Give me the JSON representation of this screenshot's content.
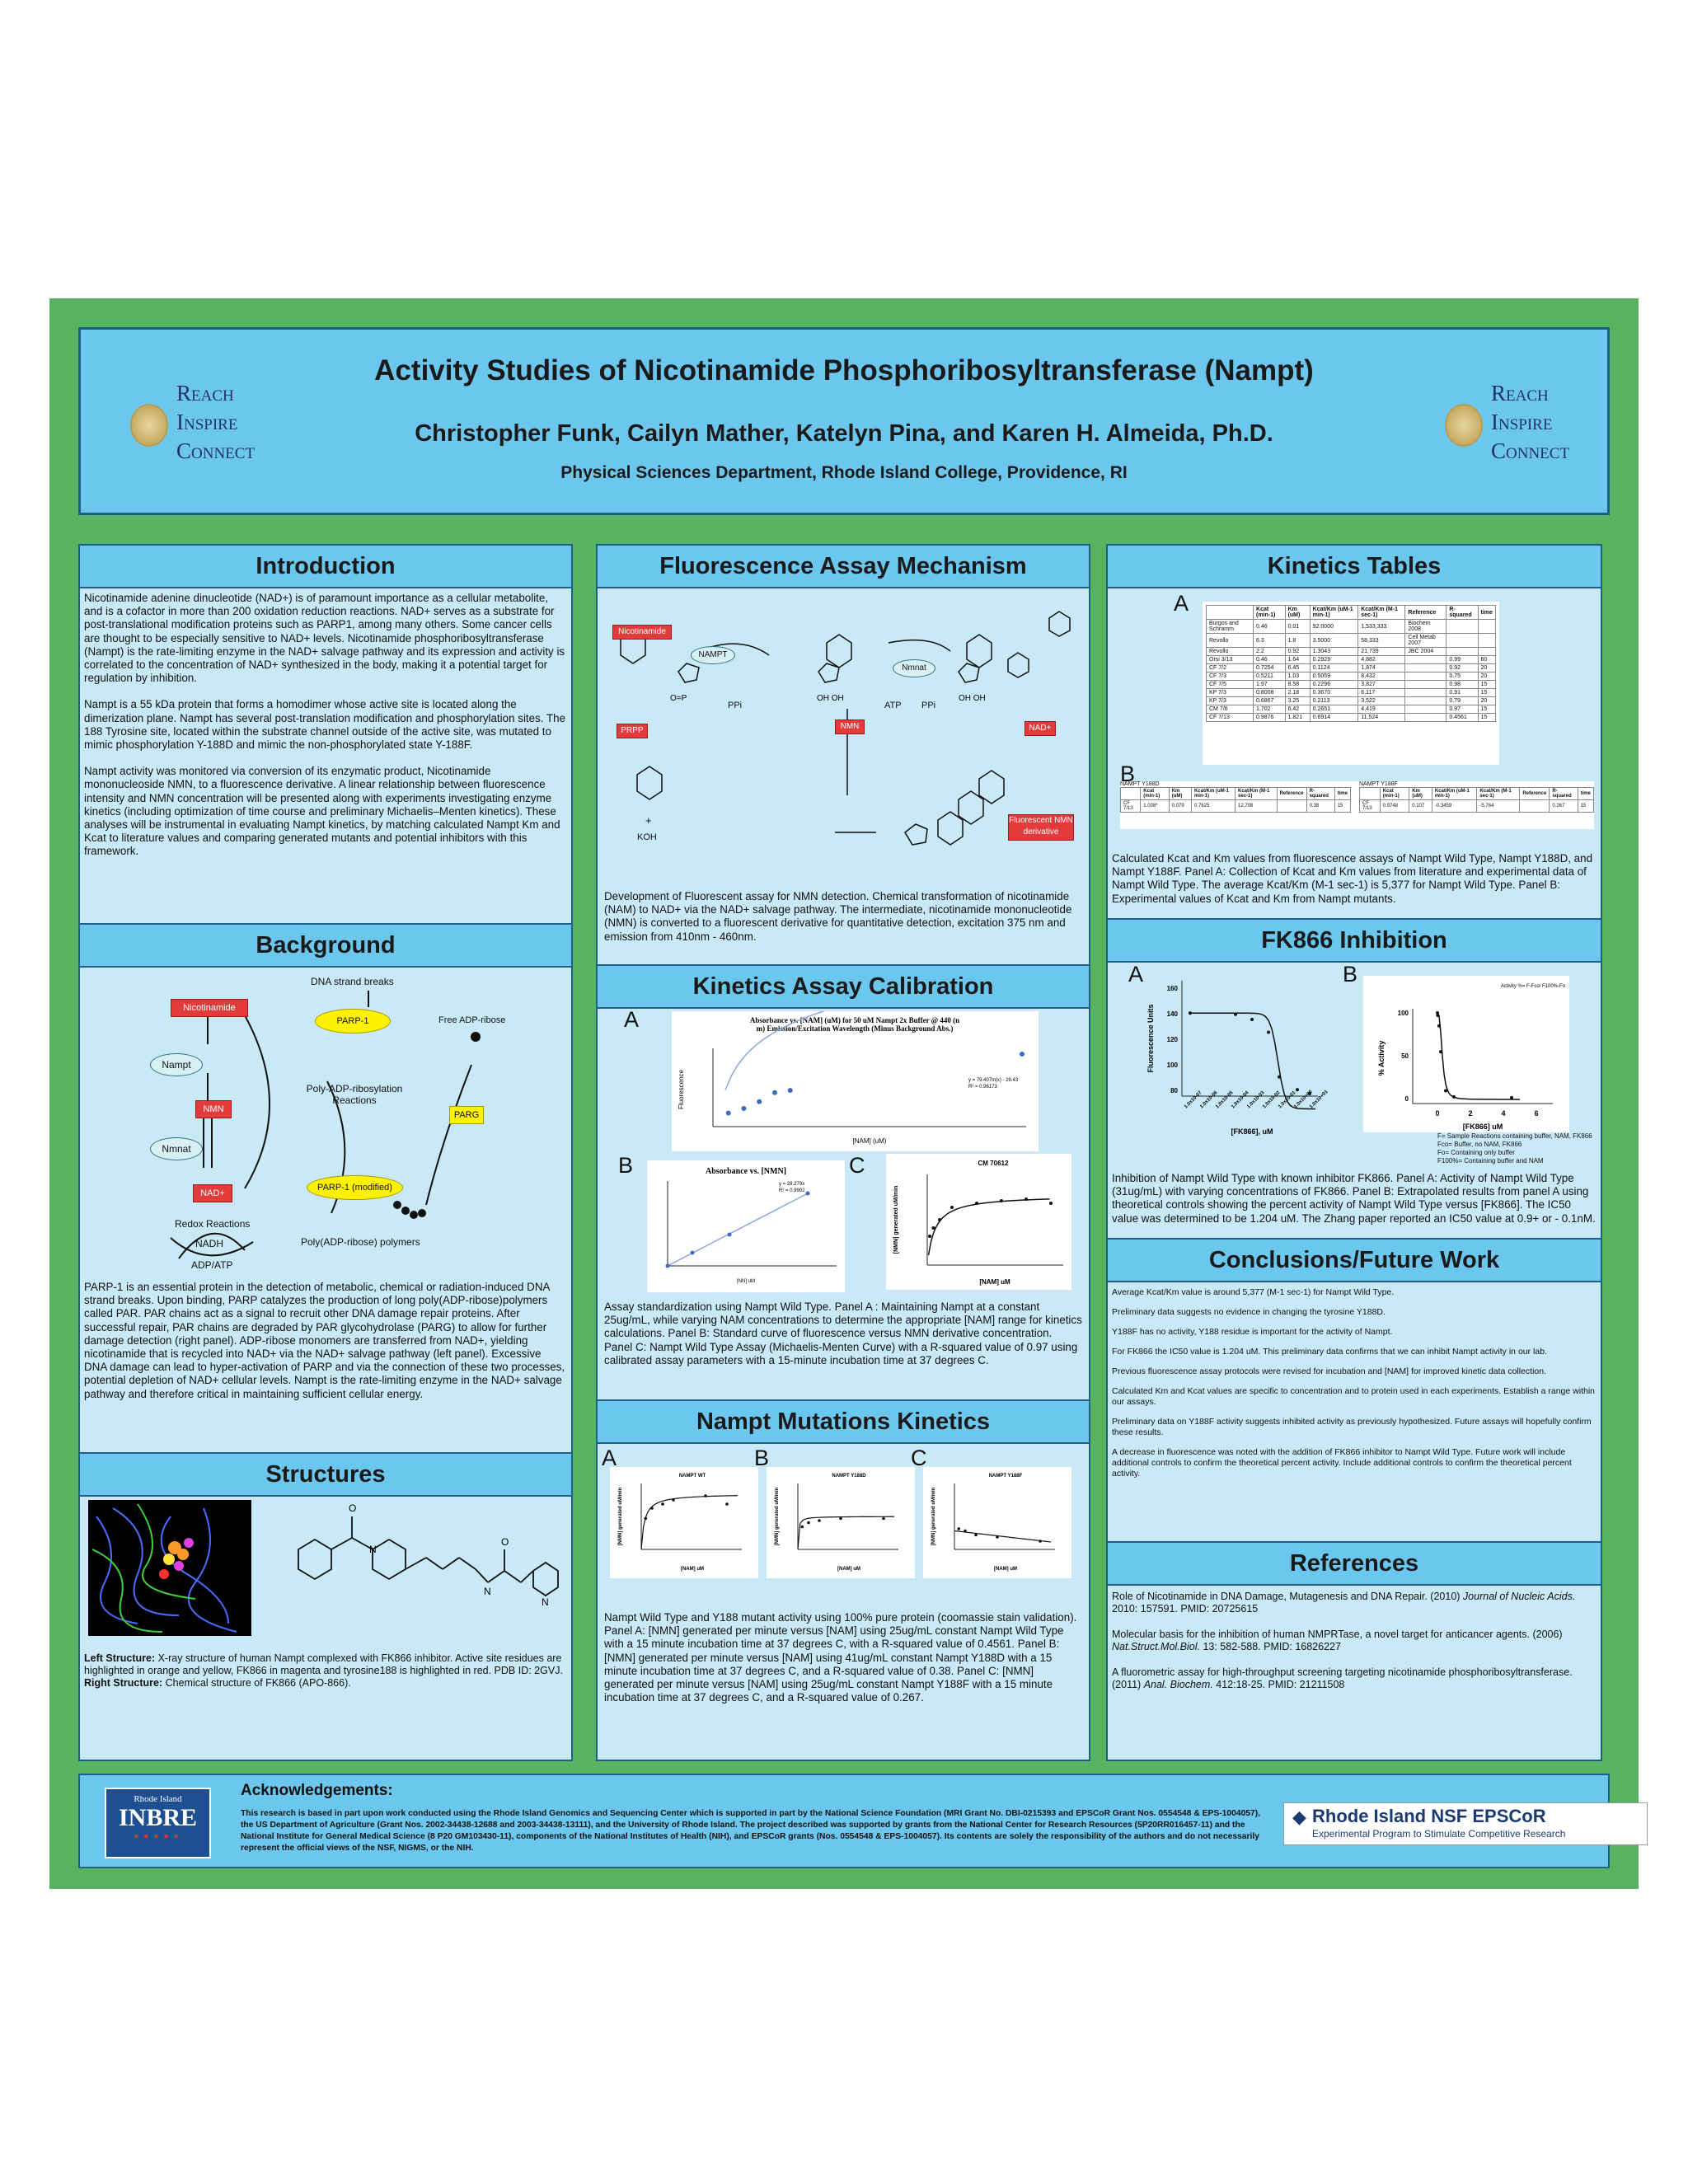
{
  "header": {
    "title": "Activity Studies of Nicotinamide Phosphoribosyltransferase  (Nampt)",
    "authors": "Christopher Funk, Cailyn Mather, Katelyn Pina, and Karen H. Almeida, Ph.D.",
    "affiliation": "Physical Sciences Department, Rhode Island College, Providence, RI",
    "logo_words": [
      "Reach",
      "Inspire",
      "Connect"
    ]
  },
  "introduction": {
    "title": "Introduction",
    "p1": "Nicotinamide adenine dinucleotide (NAD+) is of paramount importance as a cellular metabolite, and is a cofactor in more than 200 oxidation reduction reactions. NAD+ serves as a substrate for post-translational modification proteins such as PARP1, among many others. Some cancer cells are thought to be especially sensitive to NAD+ levels. Nicotinamide phosphoribosyltransferase (Nampt) is the rate-limiting enzyme in the NAD+ salvage pathway and its expression and activity is correlated to the concentration of NAD+ synthesized in the body, making it a potential target for regulation by inhibition.",
    "p2": "Nampt is a 55 kDa protein that forms a homodimer whose active site is located along the dimerization plane. Nampt has several post-translation modification and phosphorylation sites. The 188 Tyrosine site, located within the substrate channel outside of the active site, was mutated to mimic phosphorylation Y-188D and mimic the non-phosphorylated state Y-188F.",
    "p3": "Nampt activity was monitored via conversion of its enzymatic product, Nicotinamide mononucleoside NMN, to a fluorescence derivative. A linear relationship between fluorescence intensity and NMN concentration will be presented along with experiments investigating enzyme kinetics (including optimization of time course and preliminary Michaelis–Menten kinetics). These analyses will be instrumental in evaluating Nampt kinetics, by matching calculated Nampt Km and Kcat to literature values and comparing generated mutants and potential inhibitors with this framework."
  },
  "background": {
    "title": "Background",
    "diagram": {
      "nicotinamide": "Nicotinamide",
      "nampt": "Nampt",
      "nmn": "NMN",
      "nmnat": "Nmnat",
      "nad": "NAD+",
      "redox": "Redox Reactions",
      "nadh": "NADH",
      "adp_atp": "ADP/ATP",
      "dna_breaks": "DNA strand breaks",
      "parp1": "PARP-1",
      "free_adp": "Free ADP-ribose",
      "poly_rx": "Poly-ADP-ribosylation Reactions",
      "parg": "PARG",
      "parp1_mod": "PARP-1 (modified)",
      "polymers": "Poly(ADP-ribose) polymers"
    },
    "text": "PARP-1 is an essential protein in the detection of metabolic, chemical or radiation-induced DNA strand breaks.  Upon binding, PARP catalyzes the production of long poly(ADP-ribose)polymers called PAR.  PAR chains act as a signal to recruit other DNA damage repair proteins. After successful repair, PAR chains are degraded by PAR glycohydrolase (PARG) to allow for further damage detection (right panel).  ADP-ribose monomers are transferred from NAD+, yielding nicotinamide that is recycled into NAD+ via the NAD+ salvage pathway (left panel). Excessive DNA damage can lead to hyper-activation of PARP and via the connection of these two processes, potential depletion of NAD+ cellular levels. Nampt is the rate-limiting enzyme in the NAD+ salvage pathway and therefore critical in maintaining sufficient cellular energy."
  },
  "structures": {
    "title": "Structures",
    "caption_left_label": "Left Structure:",
    "caption_left": " X-ray structure of human Nampt complexed with FK866 inhibitor. Active site residues are highlighted in orange and yellow, FK866 in magenta and tyrosine188 is highlighted in red. PDB ID: 2GVJ.",
    "caption_right_label": "Right Structure:",
    "caption_right": " Chemical structure of FK866 (APO-866)."
  },
  "fluorescence": {
    "title": "Fluorescence Assay Mechanism",
    "labels": {
      "nicotinamide": "Nicotinamide",
      "prpp": "PRPP",
      "nampt": "NAMPT",
      "ppi1": "PPi",
      "nmn": "NMN",
      "nmnat": "Nmnat",
      "atp": "ATP",
      "ppi2": "PPi",
      "nad": "NAD+",
      "koh": "KOH",
      "plus": "+",
      "derivative": "Fluorescent NMN derivative"
    },
    "caption": "Development of Fluorescent assay for NMN detection. Chemical transformation of nicotinamide (NAM) to NAD+ via the NAD+ salvage pathway.  The intermediate, nicotinamide mononucleotide (NMN) is converted to a fluorescent derivative for quantitative detection, excitation 375 nm and emission from 410nm - 460nm."
  },
  "calibration": {
    "title": "Kinetics Assay Calibration",
    "panel_labels": [
      "A",
      "B",
      "C"
    ],
    "a_title": "Absorbance vs. [NAM] (uM) for 50 uM Nampt 2x Buffer @ 440 (nm)  Emission/Excitation Wavelength (Minus Background Abs.)",
    "a_xlabel": "[NAM] (uM)",
    "a_ylabel": "Fluorescence",
    "a_eq": "y = 79.407ln(x) - 29.43",
    "a_r2": "R² = 0.96173",
    "b_title": "Absorbance vs. [NMN]",
    "b_xlabel": "[NN] uM",
    "b_eq": "y = 28.279x",
    "b_r2": "R² = 0.9902",
    "c_title": "CM 70612",
    "c_xlabel": "[NAM] uM",
    "c_ylabel": "[NMN] generated uM/min",
    "caption": "Assay standardization using Nampt Wild Type. Panel A : Maintaining Nampt at a constant 25ug/mL, while varying NAM concentrations to determine the appropriate [NAM] range for kinetics calculations. Panel B: Standard curve of fluorescence versus NMN derivative concentration. Panel C: Nampt Wild Type Assay (Michaelis-Menten Curve) with a R-squared value of 0.97 using calibrated assay parameters with a 15-minute incubation time at 37 degrees C."
  },
  "mutations": {
    "title": "Nampt Mutations Kinetics",
    "panel_labels": [
      "A",
      "B",
      "C"
    ],
    "panels": [
      {
        "title": "NAMPT WT",
        "xlabel": "[NAM] uM",
        "ylabel": "[NMN] generated uM/min"
      },
      {
        "title": "NAMPT Y188D",
        "xlabel": "[NAM] uM",
        "ylabel": "[NMN] generated uM/min"
      },
      {
        "title": "NAMPT Y188F",
        "xlabel": "[NAM] uM",
        "ylabel": "[NMN] generated uM/min"
      }
    ],
    "caption": "Nampt Wild Type and Y188 mutant activity using 100% pure protein (coomassie stain validation). Panel A: [NMN] generated per minute versus [NAM] using 25ug/mL constant Nampt Wild Type with a 15 minute incubation time at 37 degrees C, with a R-squared value of 0.4561. Panel B: [NMN] generated per minute versus [NAM] using 41ug/mL constant Nampt Y188D with a 15 minute incubation time at 37 degrees C, and a R-squared value of 0.38. Panel C: [NMN] generated per minute versus [NAM] using 25ug/mL constant Nampt Y188F with a 15 minute incubation time at 37 degrees C, and a R-squared value of 0.267."
  },
  "kinetics_tables": {
    "title": "Kinetics Tables",
    "label_a": "A",
    "label_b": "B",
    "table_a_headers": [
      "",
      "Kcat (min-1)",
      "Km (uM)",
      "Kcat/Km (uM-1 min-1)",
      "Kcat/Km (M-1 sec-1)",
      "Reference",
      "R-squared",
      "time"
    ],
    "table_a_rows": [
      [
        "Burgos and Schramm",
        "0.46",
        "0.01",
        "92.0000",
        "1,533,333",
        "Biochem 2008",
        "",
        ""
      ],
      [
        "Revollo",
        "6.3",
        "1.8",
        "3.5000",
        "58,333",
        "Cell Metab 2007",
        "",
        ""
      ],
      [
        "Revollo",
        "2.2",
        "0.92",
        "1.3043",
        "21,739",
        "JBC 2004",
        "",
        ""
      ],
      [
        "Orsi 3/13",
        "0.46",
        "1.64",
        "0.2929",
        "4,882",
        "",
        "0.99",
        "60"
      ],
      [
        "CF 7/2",
        "0.7254",
        "6.45",
        "0.1124",
        "1,874",
        "",
        "0.92",
        "20"
      ],
      [
        "CF 7/3",
        "0.5211",
        "1.03",
        "0.5059",
        "8,432",
        "",
        "0.75",
        "20"
      ],
      [
        "CF 7/5",
        "1.97",
        "8.58",
        "0.2296",
        "3,827",
        "",
        "0.98",
        "15"
      ],
      [
        "KP 7/3",
        "0.8008",
        "2.18",
        "0.3670",
        "6,117",
        "",
        "0.91",
        "15"
      ],
      [
        "KP 7/3",
        "0.6867",
        "3.25",
        "0.2113",
        "3,522",
        "",
        "0.79",
        "20"
      ],
      [
        "CM 7/6",
        "1.702",
        "6.42",
        "0.2651",
        "4,419",
        "",
        "0.97",
        "15"
      ],
      [
        "CF 7/13",
        "0.9876",
        "1.821",
        "0.6914",
        "11,524",
        "",
        "0.4561",
        "15"
      ]
    ],
    "table_b_left_title": "NAMPT Y188D",
    "table_b_right_title": "NAMPT Y188F",
    "table_b_headers": [
      "",
      "Kcat (min-1)",
      "Km (uM)",
      "Kcat/Km (uM-1 min-1)",
      "Kcat/Km (M-1 sec-1)",
      "Reference",
      "R-squared",
      "time"
    ],
    "table_b_left_row": [
      "CF 7/13",
      "1.008*",
      "0.079",
      "0.7625",
      "12,708",
      "",
      "0.38",
      "15"
    ],
    "table_b_right_row": [
      "CF 7/13",
      "0.9748",
      "0.107",
      "-0.3459",
      "-5,764",
      "",
      "0.267",
      "15"
    ],
    "caption": "Calculated Kcat and Km values from fluorescence assays of Nampt Wild Type, Nampt Y188D, and Nampt Y188F. Panel A: Collection of Kcat and Km values from literature and experimental data of Nampt Wild Type. The average Kcat/Km (M-1 sec-1) is 5,377 for Nampt Wild Type. Panel B: Experimental values of Kcat and Km from Nampt mutants."
  },
  "fk866": {
    "title": "FK866 Inhibition",
    "label_a": "A",
    "label_b": "B",
    "a_ylabel": "Fluorescence Units",
    "a_xlabel": "[FK866], uM",
    "a_yticks": [
      "160",
      "140",
      "120",
      "100",
      "80"
    ],
    "a_xticks": [
      "1.0x10-07",
      "1.0x10-06",
      "1.0x10-05",
      "1.0x10-04",
      "1.0x10-03",
      "1.0x10-02",
      "1.0x10-01",
      "1.0x10+00",
      "1.0x10+01"
    ],
    "b_title": "Activity %= F-Fco/ F100%-Fo",
    "b_ylabel": "% Activity",
    "b_xlabel": "[FK866] uM",
    "b_yticks": [
      "100",
      "50",
      "0"
    ],
    "b_xticks": [
      "0",
      "2",
      "4",
      "6"
    ],
    "legend": [
      "F= Sample Reactions containing buffer, NAM, FK866",
      "Fco= Buffer, no NAM, FK866",
      "Fo= Containing only buffer",
      "F100%= Containing buffer and NAM"
    ],
    "caption": "Inhibition of Nampt Wild Type with known inhibitor FK866. Panel A: Activity of Nampt Wild Type (31ug/mL) with varying concentrations of FK866. Panel B: Extrapolated results from panel A using theoretical controls showing the percent activity of Nampt Wild Type versus [FK866]. The IC50 value was determined to be 1.204 uM. The Zhang paper reported an IC50 value at 0.9+ or - 0.1nM."
  },
  "conclusions": {
    "title": "Conclusions/Future Work",
    "items": [
      "Average Kcat/Km value is around 5,377 (M-1 sec-1) for Nampt Wild Type.",
      "Preliminary data suggests no evidence in changing the tyrosine Y188D.",
      "Y188F has no activity, Y188 residue is important for the activity of Nampt.",
      "For FK866 the IC50 value is 1.204 uM. This preliminary data confirms that we can inhibit Nampt activity in our lab.",
      "Previous fluorescence assay protocols were revised for incubation and [NAM] for improved kinetic data collection.",
      "Calculated Km and Kcat values are specific to concentration and to protein used in each experiments. Establish a range within our assays.",
      "Preliminary data on Y188F activity suggests inhibited activity as previously hypothesized. Future assays will hopefully confirm these results.",
      "A decrease in fluorescence was noted with the addition of FK866 inhibitor to Nampt Wild Type. Future work will include additional controls to confirm the theoretical percent activity.  Include additional controls to confirm the theoretical percent activity."
    ]
  },
  "references": {
    "title": "References",
    "items": [
      {
        "pre": "Role of Nicotinamide in DNA Damage, Mutagenesis and DNA Repair. (2010) ",
        "journal": "Journal of Nucleic Acids.",
        "post": " 2010: 157591. PMID: 20725615"
      },
      {
        "pre": "Molecular basis for the inhibition of human NMPRTase, a novel target for anticancer agents. (2006) ",
        "journal": "Nat.Struct.Mol.Biol.",
        "post": " 13: 582-588. PMID: 16826227"
      },
      {
        "pre": "A fluorometric assay for high-throughput screening targeting nicotinamide phosphoribosyltransferase. (2011) ",
        "journal": "Anal. Biochem.",
        "post": " 412:18-25. PMID: 21211508"
      }
    ]
  },
  "acknowledgements": {
    "title": "Acknowledgements:",
    "text": "This research is based in part upon work conducted using the Rhode Island Genomics and Sequencing Center which is supported in part by the National Science Foundation (MRI Grant No. DBI-0215393 and EPSCoR Grant Nos. 0554548 & EPS-1004057), the US Department of Agriculture (Grant Nos. 2002-34438-12688 and 2003-34438-13111), and the University of Rhode Island. The project described was supported by grants from the National Center for Research Resources (5P20RR016457-11) and the National Institute for General Medical Science (8 P20 GM103430-11), components of the National Institutes of Health (NIH), and EPSCoR grants (Nos. 0554548 & EPS-1004057). Its contents are solely the responsibility of the authors and do not necessarily represent the official views of the NSF, NIGMS, or the NIH.",
    "inbre_top": "Rhode Island",
    "inbre": "INBRE",
    "epscor": "Rhode Island NSF EPSCoR",
    "epscor_sub": "Experimental Program to Stimulate Competitive Research"
  }
}
